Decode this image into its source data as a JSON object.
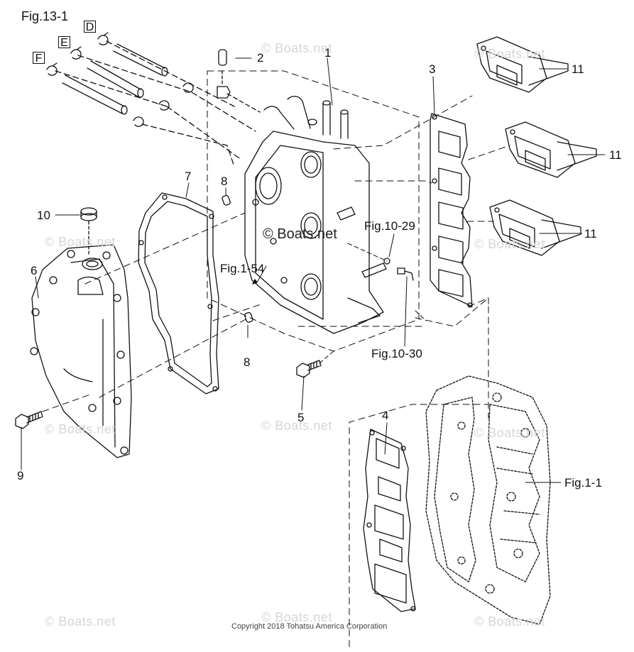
{
  "figure": {
    "title": "Fig.13-1"
  },
  "connectors": {
    "D": "D",
    "E": "E",
    "F": "F"
  },
  "parts": {
    "p1": "1",
    "p2": "2",
    "p3": "3",
    "p4": "4",
    "p5": "5",
    "p6": "6",
    "p7": "7",
    "p8a": "8",
    "p8b": "8",
    "p9": "9",
    "p10": "10",
    "p11a": "11",
    "p11b": "11",
    "p11c": "11"
  },
  "references": {
    "fig10_29": "Fig.10-29",
    "fig1_54": "Fig.1-54",
    "fig10_30": "Fig.10-30",
    "fig1_1": "Fig.1-1"
  },
  "watermarks": {
    "main": "© Boats.net",
    "faint": "© Boats.net"
  },
  "copyright": "Copyright 2018 Tohatsu America Corporation",
  "colors": {
    "line": "#111111",
    "watermark": "#d6d6d6"
  }
}
